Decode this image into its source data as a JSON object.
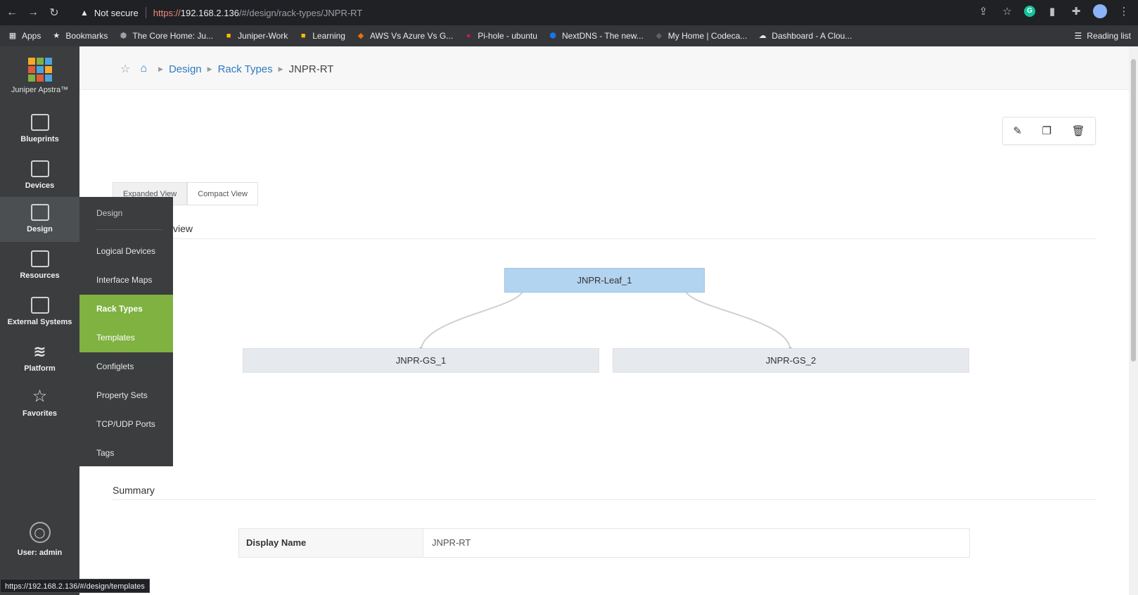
{
  "browser": {
    "security_label": "Not secure",
    "url_scheme": "https://",
    "url_host": "192.168.2.136",
    "url_path": "/#/design/rack-types/JNPR-RT",
    "reading_list": "Reading list",
    "bookmarks": [
      {
        "label": "Apps",
        "icon": "apps-grid-icon",
        "color": "#e8eaed"
      },
      {
        "label": "Bookmarks",
        "icon": "star-icon",
        "color": "#e8eaed"
      },
      {
        "label": "The Core Home: Ju...",
        "icon": "shield-icon",
        "color": "#9aa0a6"
      },
      {
        "label": "Juniper-Work",
        "icon": "folder-icon",
        "color": "#fbbc04"
      },
      {
        "label": "Learning",
        "icon": "folder-icon",
        "color": "#fbbc04"
      },
      {
        "label": "AWS Vs Azure Vs G...",
        "icon": "site-icon",
        "color": "#e8710a"
      },
      {
        "label": "Pi-hole - ubuntu",
        "icon": "raspberry-icon",
        "color": "#c51a4a"
      },
      {
        "label": "NextDNS - The new...",
        "icon": "shield-icon",
        "color": "#1a73e8"
      },
      {
        "label": "My Home | Codeca...",
        "icon": "site-icon",
        "color": "#5f6368"
      },
      {
        "label": "Dashboard - A Clou...",
        "icon": "cloud-icon",
        "color": "#e8eaed"
      }
    ],
    "status_url": "https://192.168.2.136/#/design/templates"
  },
  "sidebar": {
    "brand": "Juniper Apstra™",
    "items": [
      {
        "label": "Blueprints"
      },
      {
        "label": "Devices"
      },
      {
        "label": "Design"
      },
      {
        "label": "Resources"
      },
      {
        "label": "External Systems"
      },
      {
        "label": "Platform"
      },
      {
        "label": "Favorites"
      }
    ],
    "user": "User: admin"
  },
  "flyout": {
    "heading": "Design",
    "items": [
      {
        "label": "Logical Devices"
      },
      {
        "label": "Interface Maps"
      },
      {
        "label": "Rack Types"
      },
      {
        "label": "Templates"
      },
      {
        "label": "Configlets"
      },
      {
        "label": "Property Sets"
      },
      {
        "label": "TCP/UDP Ports"
      },
      {
        "label": "Tags"
      }
    ],
    "accent": "#7fb241"
  },
  "breadcrumb": {
    "items": [
      "Design",
      "Rack Types"
    ],
    "current": "JNPR-RT"
  },
  "view_toggle": {
    "expanded": "Expanded View",
    "compact": "Compact View"
  },
  "preview": {
    "heading_visible": "view",
    "leaf": "JNPR-Leaf_1",
    "generic_systems": [
      "JNPR-GS_1",
      "JNPR-GS_2"
    ],
    "leaf_color": "#b3d4f0"
  },
  "summary": {
    "heading": "Summary",
    "rows": [
      {
        "key": "Display Name",
        "value": "JNPR-RT"
      }
    ]
  }
}
